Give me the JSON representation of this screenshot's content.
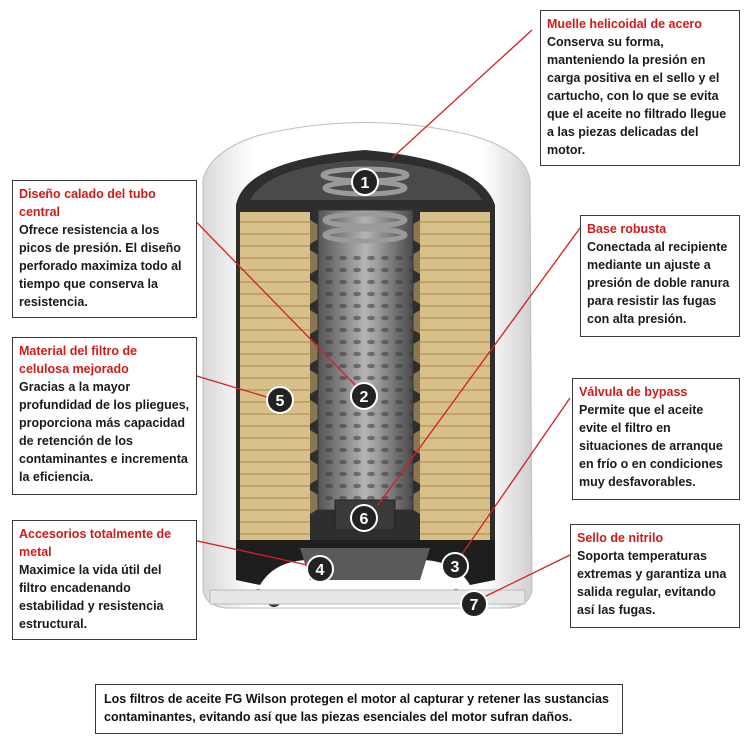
{
  "callouts": {
    "spring": {
      "number": "1",
      "title": "Muelle helicoidal de acero",
      "text": "Conserva su forma, manteniendo la presión en carga positiva en el sello y el cartucho, con lo que se evita que el aceite no filtrado llegue a las piezas delicadas del motor."
    },
    "tube": {
      "number": "2",
      "title": "Diseño calado del tubo central",
      "text": "Ofrece resistencia a los picos de presión.   El diseño perforado maximiza  todo al tiempo que conserva la resistencia."
    },
    "base": {
      "number": "3",
      "title": "Base robusta",
      "text": "Conectada al recipiente mediante un ajuste a presión de doble ranura para resistir las fugas con alta presión."
    },
    "metal": {
      "number": "4",
      "title": "Accesorios totalmente de metal",
      "text": "Maximice la vida útil del filtro encadenando estabilidad y resistencia estructural."
    },
    "media": {
      "number": "5",
      "title": "Material del filtro de celulosa mejorado",
      "text": "Gracias a la mayor profundidad de los pliegues, proporciona más capacidad de retención de los contaminantes e incrementa la eficiencia."
    },
    "bypass": {
      "number": "6",
      "title": "Válvula de bypass",
      "text": "Permite que el aceite evite el filtro en situaciones de arranque en frío o en condiciones muy desfavorables."
    },
    "seal": {
      "number": "7",
      "title": "Sello de nitrilo",
      "text": "Soporta temperaturas extremas y garantiza una salida regular, evitando así las fugas."
    }
  },
  "caption": "Los filtros de aceite FG Wilson protegen el motor al capturar y retener las sustancias contaminantes, evitando así que las piezas esenciales del motor sufran daños.",
  "colors": {
    "title_red": "#d11a1a",
    "leader_red": "#d42020",
    "media_tan": "#d8c08a",
    "shell_white": "#f2f2f2",
    "metal_grey": "#6e6e6e",
    "badge_dark": "#222222"
  }
}
